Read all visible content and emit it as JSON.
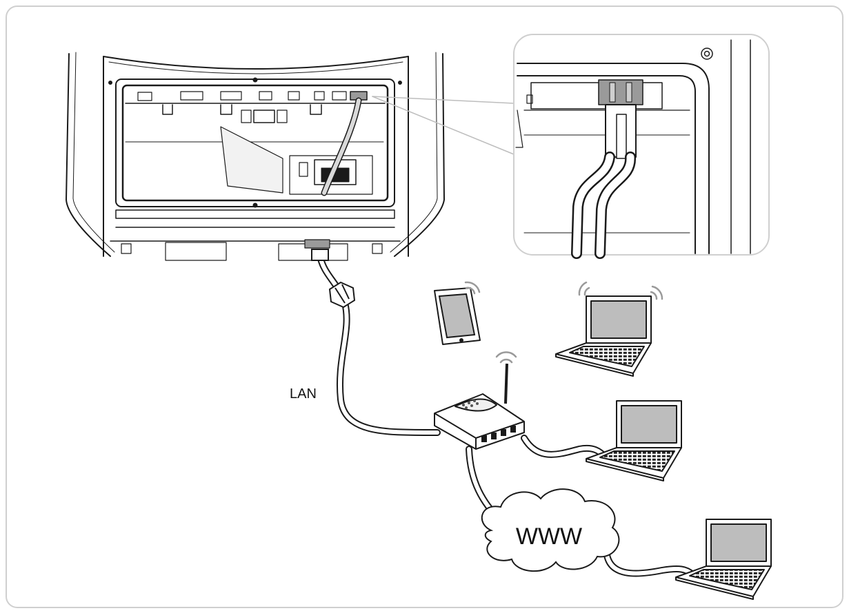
{
  "labels": {
    "lan": "LAN",
    "www": "WWW"
  },
  "icons": {
    "inverter": "inverter-open-housing",
    "zoom": "rj45-connector-detail",
    "router": "router-icon",
    "tablet": "tablet-icon",
    "laptop": "laptop-icon",
    "cloud": "cloud-icon",
    "wifi": "wifi-signal-icon"
  },
  "colors": {
    "frame": "#cfcfcf",
    "line": "#1a1a1a",
    "screen": "#bdbdbd",
    "panel_fill": "#e6e6e6",
    "connector_gray": "#9a9a9a"
  }
}
